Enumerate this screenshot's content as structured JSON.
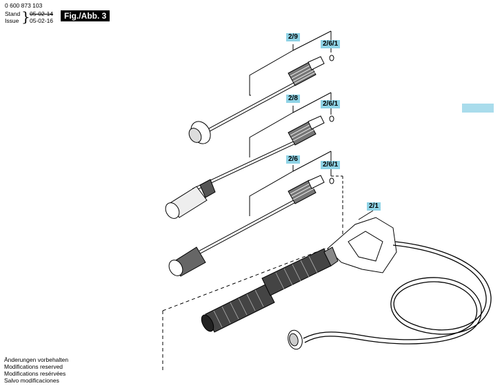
{
  "header": {
    "part_number": "0 600 873 103",
    "stand_label": "Stand",
    "issue_label": "Issue",
    "brace": "}",
    "date_old": "05-02-14",
    "date_new": "05-02-16",
    "figure_label": "Fig./Abb. 3"
  },
  "callouts": {
    "c1": "2/9",
    "c2": "2/6/1",
    "c3": "2/8",
    "c4": "2/6/1",
    "c5": "2/6",
    "c6": "2/6/1",
    "c7": "2/1"
  },
  "footer": {
    "line1": "Änderungen vorbehalten",
    "line2": "Modifications reserved",
    "line3": "Modifications resérvées",
    "line4": "Salvo modificaciones"
  },
  "colors": {
    "callout_bg": "#8fd3e6",
    "tab_bg": "#a9dcec"
  }
}
